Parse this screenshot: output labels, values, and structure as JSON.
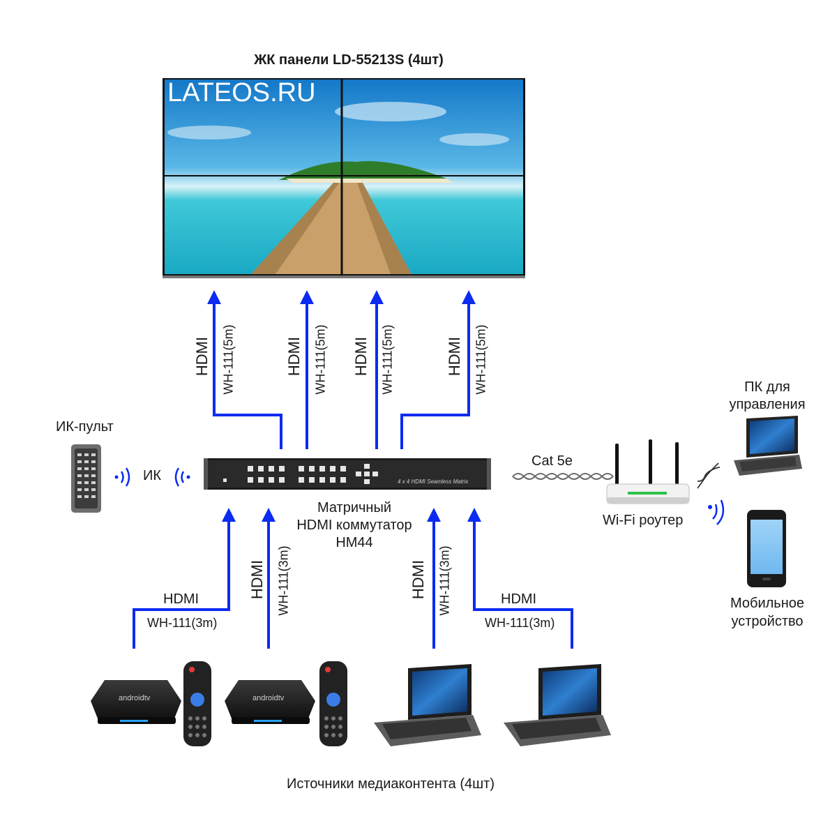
{
  "title": "ЖК панели LD-55213S (4шт)",
  "videowall": {
    "watermark": "LATEOS.RU",
    "background": "#1ea7cf"
  },
  "switch": {
    "name_line1": "Матричный",
    "name_line2": "HDMI коммутатор",
    "name_line3": "HM44",
    "front_text": "4 x 4 HDMI Seamless Matrix"
  },
  "outputs": [
    {
      "signal": "HDMI",
      "cable": "WH-111(5m)"
    },
    {
      "signal": "HDMI",
      "cable": "WH-111(5m)"
    },
    {
      "signal": "HDMI",
      "cable": "WH-111(5m)"
    },
    {
      "signal": "HDMI",
      "cable": "WH-111(5m)"
    }
  ],
  "inputs": [
    {
      "signal": "HDMI",
      "cable": "WH-111(3m)"
    },
    {
      "signal": "HDMI",
      "cable": "WH-111(3m)"
    },
    {
      "signal": "HDMI",
      "cable": "WH-111(3m)"
    },
    {
      "signal": "HDMI",
      "cable": "WH-111(3m)"
    }
  ],
  "ir_remote": {
    "label": "ИК-пульт",
    "signal": "ИК"
  },
  "network": {
    "cable": "Cat 5e",
    "router": "Wi-Fi роутер"
  },
  "pc": {
    "line1": "ПК для",
    "line2": "управления"
  },
  "mobile": {
    "line1": "Мобильное",
    "line2": "устройство"
  },
  "sources": {
    "label": "Источники медиаконтента (4шт)",
    "android_brand": "androidtv"
  },
  "colors": {
    "arrow": "#0b2bf0",
    "cable_twist": "#6b6b6b"
  }
}
